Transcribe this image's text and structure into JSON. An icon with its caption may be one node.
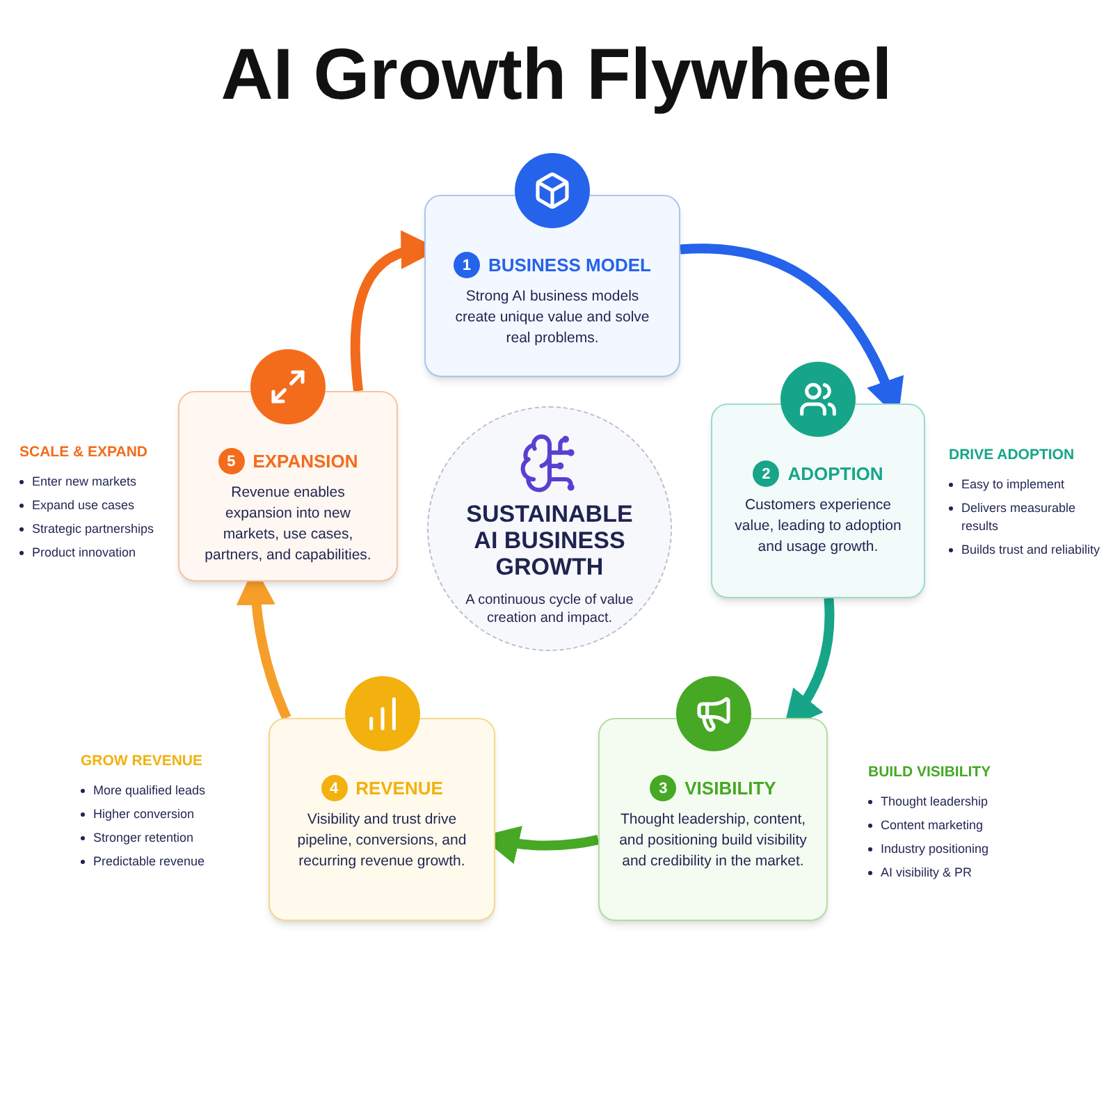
{
  "diagram": {
    "title": "AI Growth Flywheel",
    "nodes": [
      {
        "text": [
          "1",
          "BUSINESS MODEL",
          "Strong AI business models create unique value and solve real problems."
        ]
      },
      {
        "text": [
          "2",
          "ADOPTION",
          "Customers experience value, leading to adoption and usage growth."
        ],
        "beside": [
          "DRIVE ADOPTION",
          "Easy to implement",
          "Delivers measurable results",
          "Builds trust and reliability"
        ]
      },
      {
        "text": [
          "3",
          "VISIBILITY",
          "Thought leadership, content, and positioning build visibility and credibility in the market."
        ],
        "beside": [
          "BUILD VISIBILITY",
          "Thought leadership",
          "Content marketing",
          "Industry positioning",
          "AI visibility & PR"
        ]
      },
      {
        "text": [
          "4",
          "REVENUE",
          "Visibility and trust drive pipeline, conversions, and recurring revenue growth."
        ],
        "beside": [
          "GROW REVENUE",
          "More qualified leads",
          "Higher conversion",
          "Stronger retention",
          "Predictable revenue"
        ]
      },
      {
        "text": [
          "5",
          "EXPANSION",
          "Revenue enables expansion into new markets, use cases, partners, and capabilities."
        ],
        "beside": [
          "SCALE & EXPAND",
          "Enter new markets",
          "Expand use cases",
          "Strategic partnerships",
          "Product innovation"
        ]
      },
      {
        "text": [
          "SUSTAINABLE AI BUSINESS GROWTH",
          "A continuous cycle of value creation and impact."
        ]
      }
    ],
    "edges": [
      {
        "from": 0,
        "to": 1,
        "arrow": "to",
        "color": "#2563eb"
      },
      {
        "from": 1,
        "to": 2,
        "arrow": "to",
        "color": "#17a589"
      },
      {
        "from": 2,
        "to": 3,
        "arrow": "to",
        "color": "#46a824"
      },
      {
        "from": 3,
        "to": 4,
        "arrow": "to",
        "color": "#f59e2a"
      },
      {
        "from": 4,
        "to": 0,
        "arrow": "to",
        "color": "#f26a1b"
      }
    ]
  }
}
